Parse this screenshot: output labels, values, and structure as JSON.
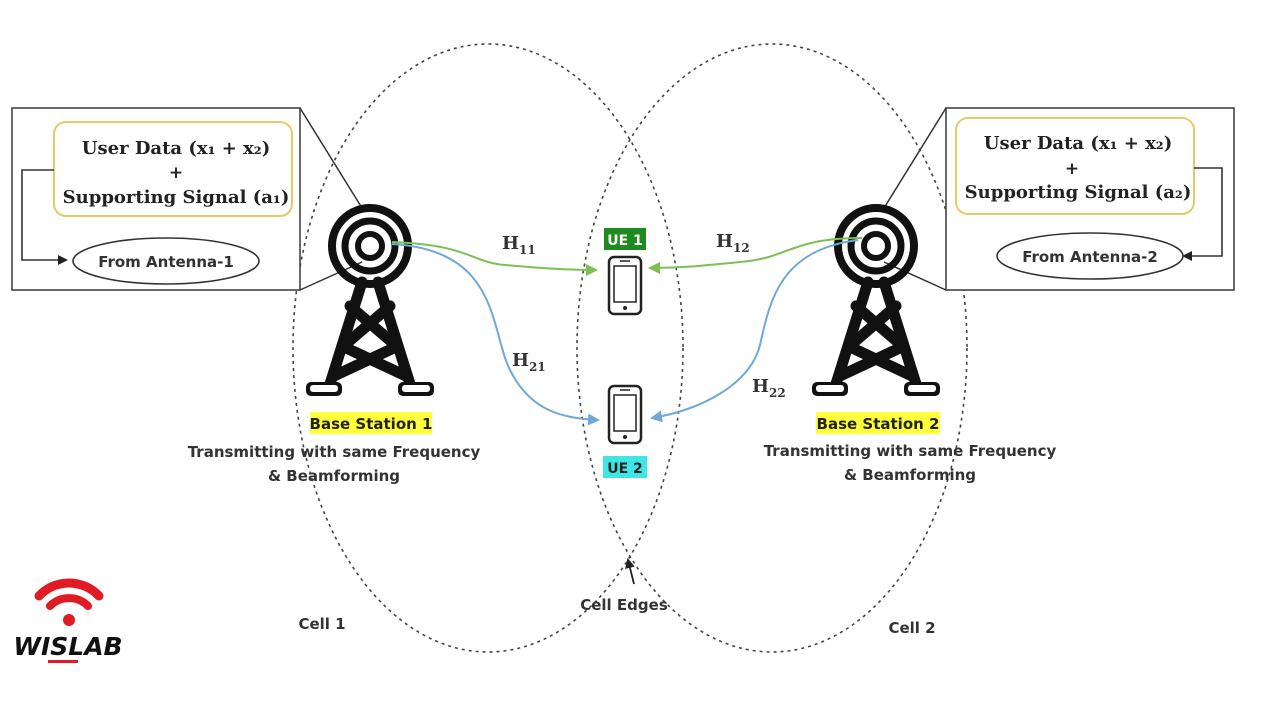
{
  "left_panel": {
    "data_line1": "User Data (x₁ + x₂)",
    "plus": "+",
    "data_line2": "Supporting Signal (a₁)",
    "antenna": "From Antenna-1"
  },
  "right_panel": {
    "data_line1": "User Data (x₁ + x₂)",
    "plus": "+",
    "data_line2": "Supporting Signal (a₂)",
    "antenna": "From Antenna-2"
  },
  "stations": {
    "bs1": "Base Station 1",
    "bs2": "Base Station 2",
    "tx_line1": "Transmitting with same Frequency",
    "tx_line2": "& Beamforming"
  },
  "users": {
    "ue1": "UE 1",
    "ue2": "UE 2"
  },
  "channels": {
    "h11": {
      "base": "H",
      "sub": "11"
    },
    "h12": {
      "base": "H",
      "sub": "12"
    },
    "h21": {
      "base": "H",
      "sub": "21"
    },
    "h22": {
      "base": "H",
      "sub": "22"
    }
  },
  "cells": {
    "cell1": "Cell 1",
    "cell2": "Cell 2",
    "edges": "Cell Edges"
  },
  "logo": {
    "text": "WISLAB"
  },
  "colors": {
    "highlight_yellow": "#ffff3b",
    "ue1_green": "#1f8a1f",
    "ue2_cyan": "#3ee6e6",
    "link_green": "#7cbf52",
    "link_blue": "#6fa8d8",
    "panel_border": "#e8c96a",
    "logo_red": "#e01b24"
  }
}
